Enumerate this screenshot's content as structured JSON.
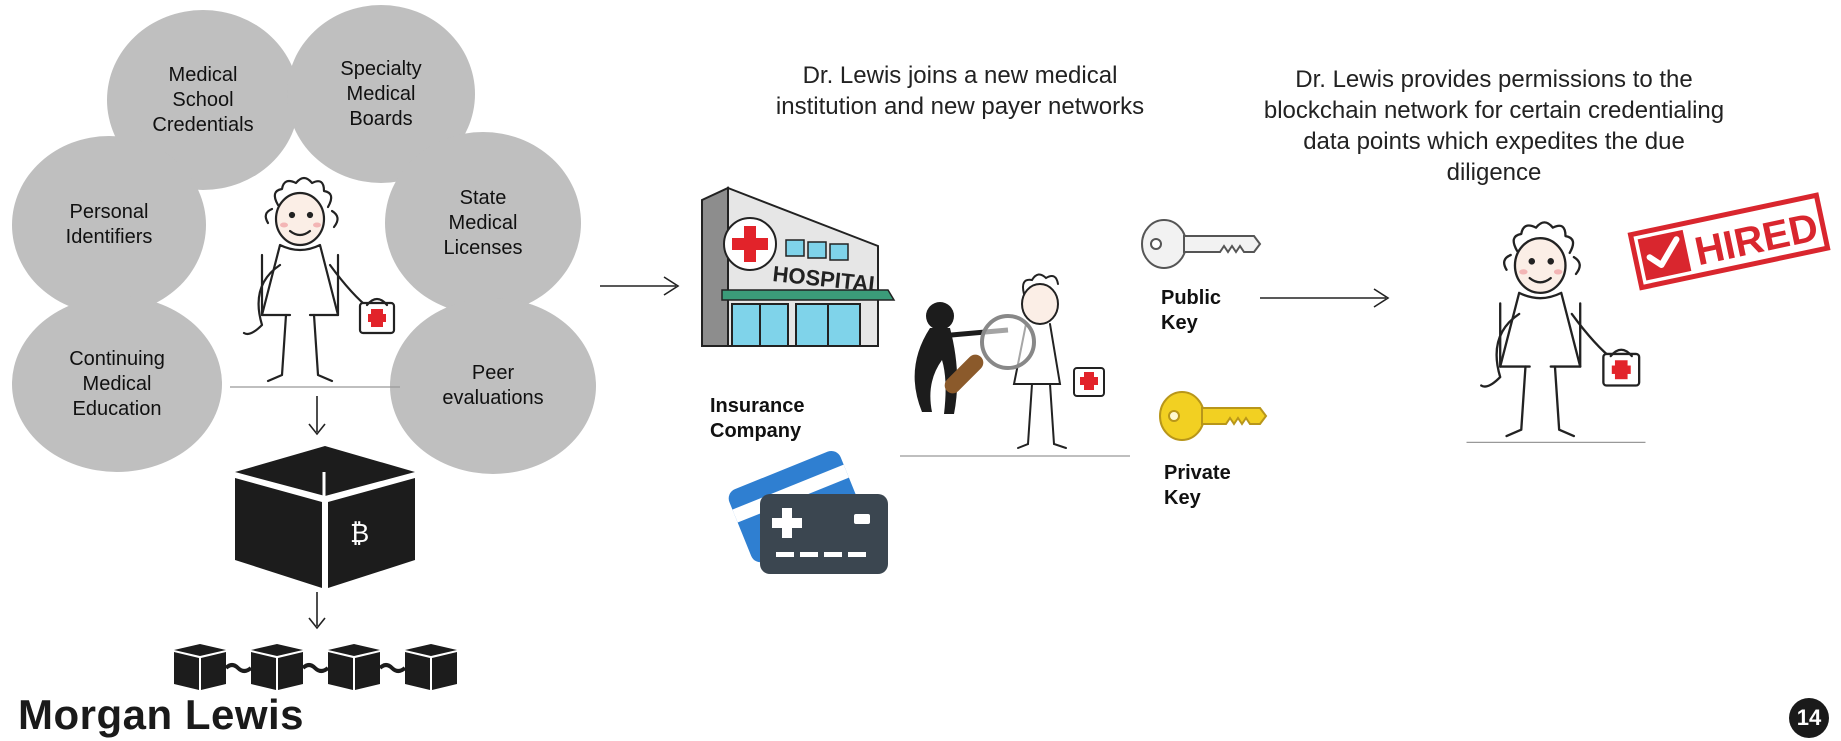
{
  "bubbles": {
    "medical_school": "Medical\nSchool\nCredentials",
    "specialty_boards": "Specialty\nMedical\nBoards",
    "personal_identifiers": "Personal\nIdentifiers",
    "state_licenses": "State\nMedical\nLicenses",
    "continuing_education": "Continuing\nMedical\nEducation",
    "peer_evaluations": "Peer\nevaluations"
  },
  "captions": {
    "joins": "Dr. Lewis joins a new medical institution and new payer networks",
    "permissions": "Dr. Lewis provides permissions to the blockchain network for certain credentialing data points which expedites the due diligence"
  },
  "labels": {
    "insurance_company": "Insurance\nCompany",
    "public_key": "Public\nKey",
    "private_key": "Private\nKey",
    "hospital_sign": "HOSPITAL",
    "hired_stamp": "HIRED",
    "bitcoin_symbol": "₿"
  },
  "footer": {
    "logo": "Morgan Lewis",
    "page_number": "14"
  },
  "colors": {
    "bubble_gray": "#bfbfbf",
    "hired_red": "#d9262e",
    "key_yellow": "#f2d022",
    "card_blue": "#2f7fd1",
    "card_dark": "#3b4650",
    "cross_red": "#e2232a"
  }
}
